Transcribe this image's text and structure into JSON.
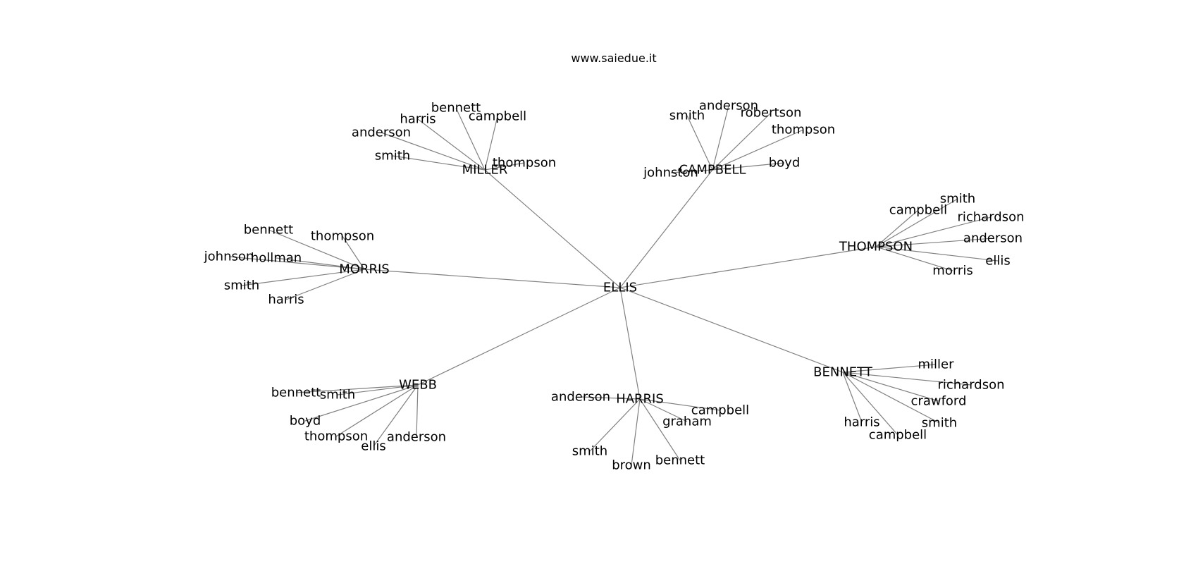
{
  "title": "www.saiedue.it",
  "colors": {
    "edge": "#808080",
    "text": "#000000",
    "background": "#ffffff"
  },
  "center": "ELLIS",
  "groups": [
    {
      "name": "MILLER",
      "leaves": [
        "bennett",
        "harris",
        "campbell",
        "anderson",
        "smith",
        "thompson"
      ]
    },
    {
      "name": "CAMPBELL",
      "leaves": [
        "anderson",
        "smith",
        "robertson",
        "thompson",
        "boyd",
        "johnston"
      ]
    },
    {
      "name": "MORRIS",
      "leaves": [
        "bennett",
        "thompson",
        "johnson",
        "hollman",
        "smith",
        "harris"
      ]
    },
    {
      "name": "THOMPSON",
      "leaves": [
        "smith",
        "campbell",
        "richardson",
        "anderson",
        "ellis",
        "morris"
      ]
    },
    {
      "name": "WEBB",
      "leaves": [
        "bennett",
        "smith",
        "boyd",
        "thompson",
        "ellis",
        "anderson"
      ]
    },
    {
      "name": "HARRIS",
      "leaves": [
        "anderson",
        "campbell",
        "graham",
        "smith",
        "brown",
        "bennett"
      ]
    },
    {
      "name": "BENNETT",
      "leaves": [
        "miller",
        "richardson",
        "crawford",
        "harris",
        "smith",
        "campbell"
      ]
    }
  ]
}
